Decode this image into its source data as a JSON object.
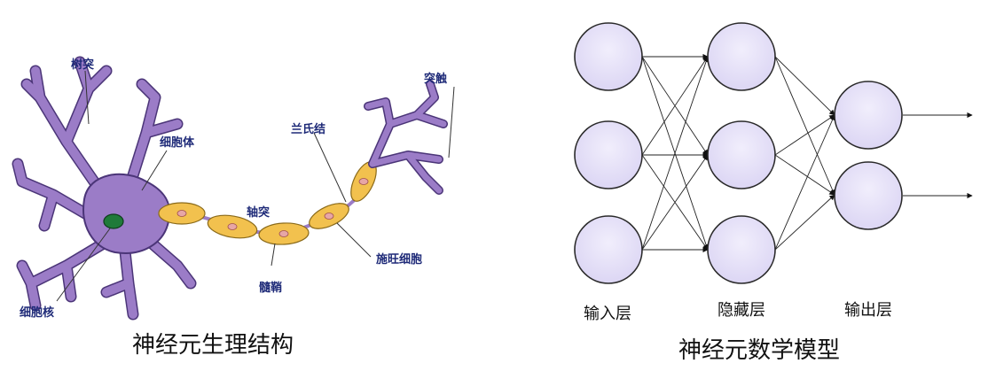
{
  "left_panel": {
    "caption": "神经元生理结构",
    "labels": {
      "dendrite": "树突",
      "cell_body": "细胞体",
      "nucleus": "细胞核",
      "axon": "轴突",
      "myelin_sheath": "髓鞘",
      "node_of_ranvier": "兰氏结",
      "schwann_cell": "施旺细胞",
      "synapse": "突触"
    }
  },
  "right_panel": {
    "caption": "神经元数学模型",
    "layers": [
      {
        "label": "输入层",
        "nodes": 3
      },
      {
        "label": "隐藏层",
        "nodes": 3
      },
      {
        "label": "输出层",
        "nodes": 2
      }
    ]
  },
  "colors": {
    "neuron_body": "#9b7cc7",
    "neuron_outline": "#4b3578",
    "nucleus": "#1f7a3a",
    "myelin": "#f2c14e",
    "label_text": "#1e2a78",
    "network_node_fill": "#e4e0f7"
  }
}
